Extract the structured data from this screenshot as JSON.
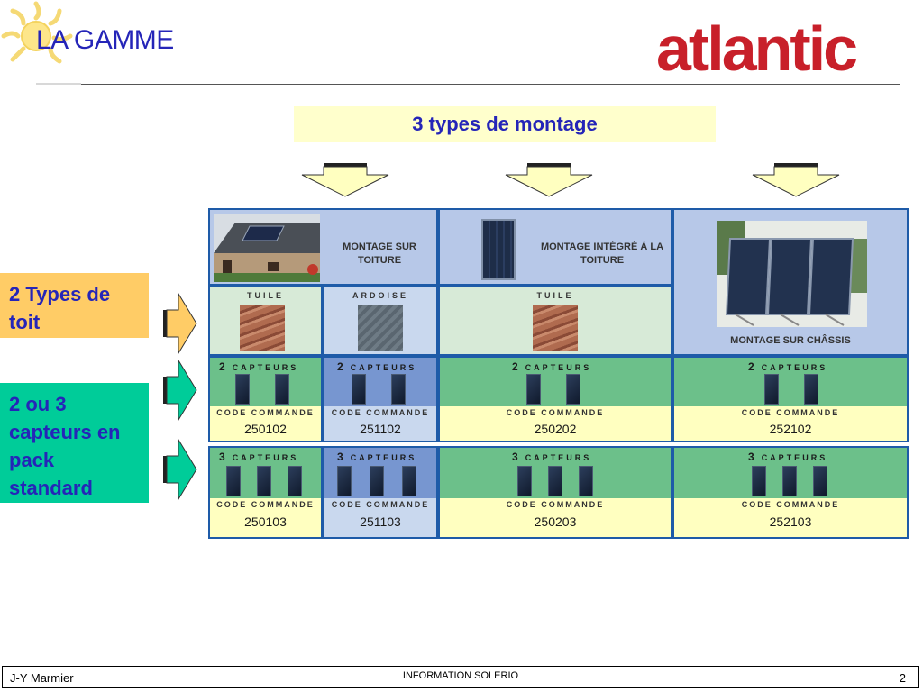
{
  "header": {
    "title": "LA GAMME",
    "logo_text": "atlantic"
  },
  "subtitle": "3 types de montage",
  "left_boxes": {
    "toit": "2 Types de toit",
    "capteurs": "2 ou 3 capteurs en pack standard"
  },
  "grid": {
    "mounting": {
      "surface": "MONTAGE SUR TOITURE",
      "integrated": "MONTAGE INTÉGRÉ À LA TOITURE",
      "chassis": "MONTAGE SUR CHÂSSIS"
    },
    "roof_types": {
      "tuile_1": "TUILE",
      "ardoise": "ARDOISE",
      "tuile_2": "TUILE"
    },
    "capteurs_label": "CAPTEURS",
    "code_label": "CODE COMMANDE",
    "row_2": {
      "count": "2",
      "codes": [
        "250102",
        "251102",
        "250202",
        "252102"
      ]
    },
    "row_3": {
      "count": "3",
      "codes": [
        "250103",
        "251103",
        "250203",
        "252103"
      ]
    }
  },
  "footer": {
    "author": "J-Y Marmier",
    "center": "INFORMATION SOLERIO",
    "page": "2"
  },
  "colors": {
    "title_blue": "#2525b8",
    "logo_red": "#c8202a",
    "grid_border": "#1e5ba8",
    "toit_box": "#ffcc66",
    "capteurs_box": "#00cc99",
    "subtitle_bg": "#ffffcc"
  }
}
